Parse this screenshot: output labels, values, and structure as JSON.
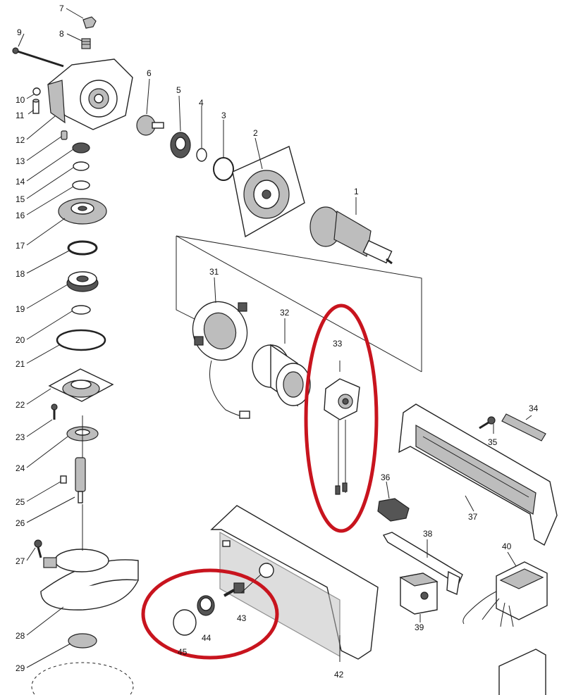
{
  "labels": {
    "p1": "1",
    "p2": "2",
    "p3": "3",
    "p4": "4",
    "p5": "5",
    "p6": "6",
    "p7": "7",
    "p8": "8",
    "p9": "9",
    "p10": "10",
    "p11": "11",
    "p12": "12",
    "p13": "13",
    "p14": "14",
    "p15": "15",
    "p16": "16",
    "p17": "17",
    "p18": "18",
    "p19": "19",
    "p20": "20",
    "p21": "21",
    "p22": "22",
    "p23": "23",
    "p24": "24",
    "p25": "25",
    "p26": "26",
    "p27": "27",
    "p28": "28",
    "p29": "29",
    "p31": "31",
    "p32": "32",
    "p33": "33",
    "p34": "34",
    "p35": "35",
    "p36": "36",
    "p37": "37",
    "p38": "38",
    "p39": "39",
    "p40": "40",
    "p42": "42",
    "p43": "43",
    "p44": "44",
    "p45": "45"
  },
  "highlight_color": "#c8141e"
}
